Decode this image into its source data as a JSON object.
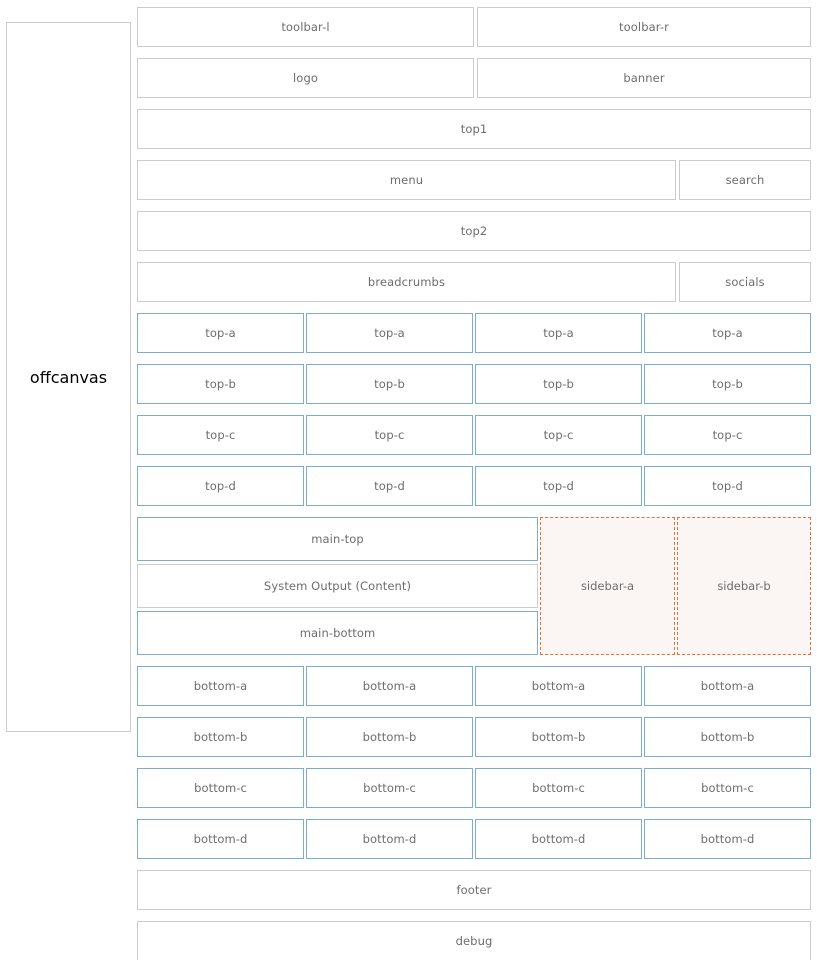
{
  "offcanvas": {
    "label": "offcanvas"
  },
  "rows": {
    "toolbar": {
      "left": "toolbar-l",
      "right": "toolbar-r"
    },
    "brand": {
      "left": "logo",
      "right": "banner"
    },
    "top1": {
      "label": "top1"
    },
    "nav": {
      "menu": "menu",
      "search": "search"
    },
    "top2": {
      "label": "top2"
    },
    "crumbs": {
      "breadcrumbs": "breadcrumbs",
      "socials": "socials"
    },
    "top_a": {
      "label": "top-a",
      "cells": [
        "top-a",
        "top-a",
        "top-a",
        "top-a"
      ]
    },
    "top_b": {
      "label": "top-b",
      "cells": [
        "top-b",
        "top-b",
        "top-b",
        "top-b"
      ]
    },
    "top_c": {
      "label": "top-c",
      "cells": [
        "top-c",
        "top-c",
        "top-c",
        "top-c"
      ]
    },
    "top_d": {
      "label": "top-d",
      "cells": [
        "top-d",
        "top-d",
        "top-d",
        "top-d"
      ]
    },
    "bottom_a": {
      "label": "bottom-a",
      "cells": [
        "bottom-a",
        "bottom-a",
        "bottom-a",
        "bottom-a"
      ]
    },
    "bottom_b": {
      "label": "bottom-b",
      "cells": [
        "bottom-b",
        "bottom-b",
        "bottom-b",
        "bottom-b"
      ]
    },
    "bottom_c": {
      "label": "bottom-c",
      "cells": [
        "bottom-c",
        "bottom-c",
        "bottom-c",
        "bottom-c"
      ]
    },
    "bottom_d": {
      "label": "bottom-d",
      "cells": [
        "bottom-d",
        "bottom-d",
        "bottom-d",
        "bottom-d"
      ]
    },
    "footer": {
      "label": "footer"
    },
    "debug": {
      "label": "debug"
    }
  },
  "main": {
    "top": "main-top",
    "content": "System Output (Content)",
    "bottom": "main-bottom",
    "sidebar_a": "sidebar-a",
    "sidebar_b": "sidebar-b"
  },
  "colors": {
    "border_gray": "#cccccc",
    "border_blue": "#7badd4",
    "border_orange": "#e2703a",
    "sidebar_fill": "#fbf6f3",
    "text": "#6d6d6d",
    "page_bg": "#ffffff"
  }
}
